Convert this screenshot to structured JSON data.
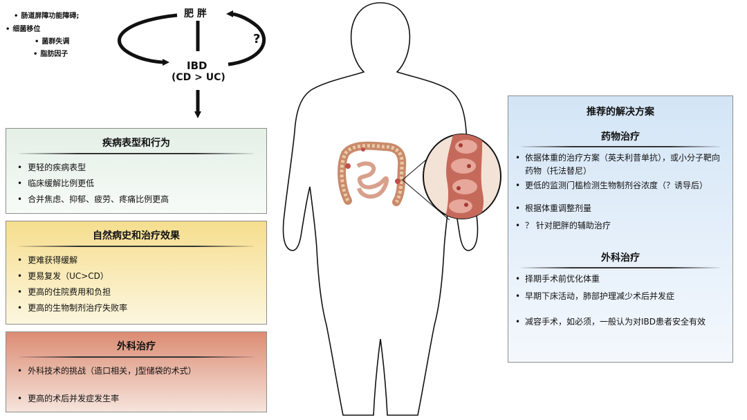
{
  "mechanisms": {
    "m1": "肠道屏障功能障碍;",
    "m2": "细菌移位",
    "m3": "菌群失调",
    "m4": "脂肪因子"
  },
  "cycle": {
    "top": "肥 胖",
    "ibd": "IBD",
    "ibd_sub": "(CD > UC)",
    "question": "?"
  },
  "left_boxes": {
    "phenotype": {
      "title": "疾病表型和行为",
      "items": [
        "更轻的疾病表型",
        "临床缓解比例更低",
        "合并焦虑、抑郁、疲劳、疼痛比例更高"
      ]
    },
    "natural": {
      "title": "自然病史和治疗效果",
      "items": [
        "更难获得缓解",
        "更易复发（UC>CD）",
        "更高的住院费用和负担",
        "更高的生物制剂治疗失败率"
      ]
    },
    "surgery": {
      "title": "外科治疗",
      "items": [
        "外科技术的挑战（造口相关，J型储袋的术式）",
        "更高的术后并发症发生率"
      ]
    }
  },
  "right_box": {
    "title": "推荐的解决方案",
    "drug": {
      "title": "药物治疗",
      "items": [
        "依据体重的治疗方案（英夫利昔单抗），或小分子靶向药物（托法替尼）",
        "更低的监测门槛检测生物制剂谷浓度（？诱导后）",
        "根据体重调整剂量",
        "？ 针对肥胖的辅助治疗"
      ]
    },
    "surgery": {
      "title": "外科治疗",
      "items": [
        "择期手术前优化体重",
        "早期下床活动，肺部护理减少术后并发症",
        "减容手术，如必须，一般认为对IBD患者安全有效"
      ]
    }
  },
  "colors": {
    "green_box": "#e4efe6",
    "yellow_box": "#f6de8e",
    "red_box": "#dc8c73",
    "blue_box": "#d3e5f6",
    "colon": "#d48a7a"
  },
  "icons": {
    "body": "obese-body-silhouette",
    "colon": "colon-illustration",
    "magnifier": "inflamed-colon-magnified-circle"
  }
}
